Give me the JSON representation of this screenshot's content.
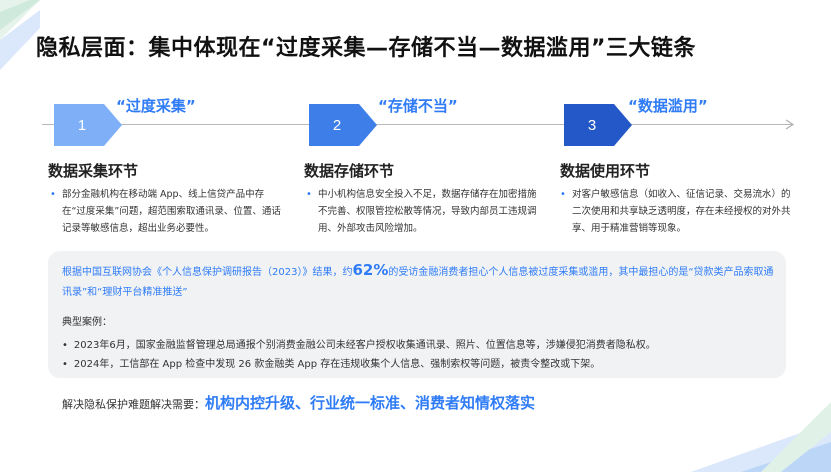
{
  "title": "隐私层面：集中体现在“过度采集—存储不当—数据滥用”三大链条",
  "colors": {
    "accent": "#2f7cf6",
    "step1": "#7fb0f7",
    "step2": "#3d7ee8",
    "step3": "#2458c8"
  },
  "steps": [
    {
      "num": "1",
      "tag": "“过度采集”",
      "heading": "数据采集环节",
      "body": "部分金融机构在移动端 App、线上信贷产品中存在“过度采集”问题，超范围索取通讯录、位置、通话记录等敏感信息，超出业务必要性。"
    },
    {
      "num": "2",
      "tag": "“存储不当”",
      "heading": "数据存储环节",
      "body": "中小机构信息安全投入不足，数据存储存在加密措施不完善、权限管控松散等情况，导致内部员工违规调用、外部攻击风险增加。"
    },
    {
      "num": "3",
      "tag": "“数据滥用”",
      "heading": "数据使用环节",
      "body": "对客户敏感信息（如收入、征信记录、交易流水）的二次使用和共享缺乏透明度，存在未经授权的对外共享、用于精准营销等现象。"
    }
  ],
  "panel": {
    "stat_before": "根据中国互联网协会《个人信息保护调研报告（2023）》结果，约",
    "stat_pct": "62%",
    "stat_after": "的受访金融消费者担心个人信息被过度采集或滥用，其中最担心的是“贷款类产品索取通讯录”和“理财平台精准推送”",
    "cases_title": "典型案例：",
    "cases": [
      "2023年6月，国家金融监督管理总局通报个别消费金融公司未经客户授权收集通讯录、照片、位置信息等，涉嫌侵犯消费者隐私权。",
      "2024年，工信部在 App 检查中发现 26 款金融类 App 存在违规收集个人信息、强制索权等问题，被责令整改或下架。"
    ]
  },
  "solution": {
    "lead": "解决隐私保护难题解决需要：",
    "key": "机构内控升级、行业统一标准、消费者知情权落实"
  }
}
